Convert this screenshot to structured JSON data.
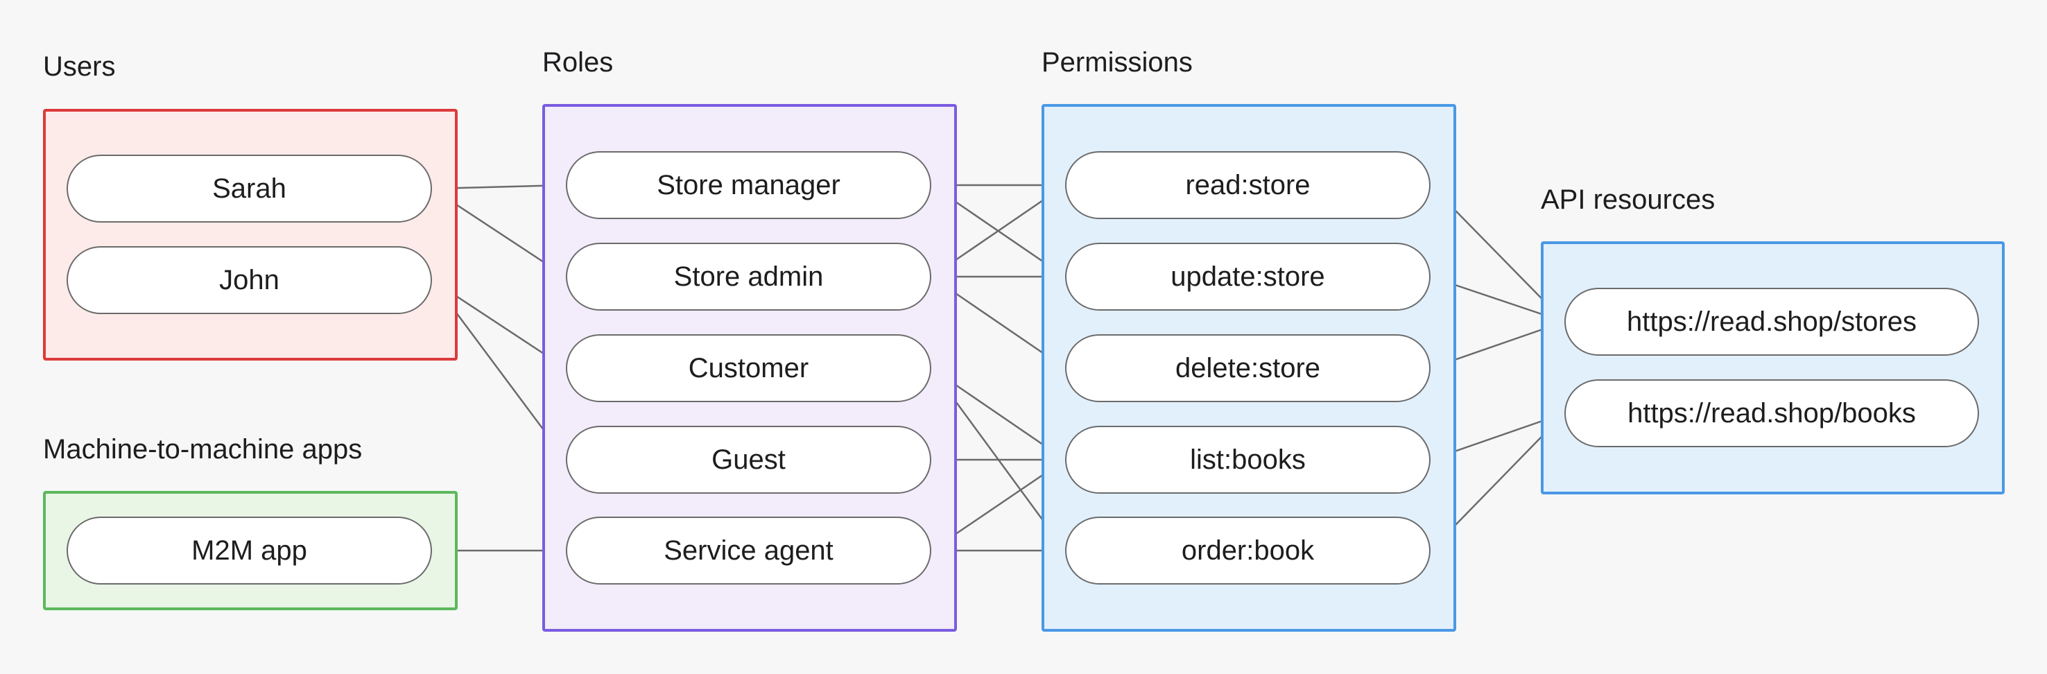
{
  "groups": {
    "users": {
      "title": "Users",
      "color": "#dc3a3a",
      "fill": "#fdebe9"
    },
    "m2m": {
      "title": "Machine-to-machine apps",
      "color": "#5cb85c",
      "fill": "#e9f6e6"
    },
    "roles": {
      "title": "Roles",
      "color": "#7a5ce0",
      "fill": "#f2ecfb"
    },
    "permissions": {
      "title": "Permissions",
      "color": "#4b98e6",
      "fill": "#e2f0fc"
    },
    "api": {
      "title": "API resources",
      "color": "#4b98e6",
      "fill": "#e2f0fc"
    }
  },
  "nodes": {
    "sarah": "Sarah",
    "john": "John",
    "m2m_app": "M2M app",
    "store_manager": "Store manager",
    "store_admin": "Store admin",
    "customer": "Customer",
    "guest": "Guest",
    "service_agent": "Service agent",
    "read_store": "read:store",
    "update_store": "update:store",
    "delete_store": "delete:store",
    "list_books": "list:books",
    "order_book": "order:book",
    "api_stores": "https://read.shop/stores",
    "api_books": "https://read.shop/books"
  },
  "edges": [
    [
      "sarah",
      "store_manager"
    ],
    [
      "sarah",
      "store_admin"
    ],
    [
      "john",
      "customer"
    ],
    [
      "john",
      "guest"
    ],
    [
      "m2m_app",
      "service_agent"
    ],
    [
      "store_manager",
      "read_store"
    ],
    [
      "store_manager",
      "update_store"
    ],
    [
      "store_admin",
      "read_store"
    ],
    [
      "store_admin",
      "update_store"
    ],
    [
      "store_admin",
      "delete_store"
    ],
    [
      "customer",
      "list_books"
    ],
    [
      "customer",
      "order_book"
    ],
    [
      "guest",
      "list_books"
    ],
    [
      "service_agent",
      "list_books"
    ],
    [
      "service_agent",
      "order_book"
    ],
    [
      "read_store",
      "api_stores"
    ],
    [
      "update_store",
      "api_stores"
    ],
    [
      "delete_store",
      "api_stores"
    ],
    [
      "list_books",
      "api_books"
    ],
    [
      "order_book",
      "api_books"
    ]
  ],
  "edge_color": "#6b6b6b"
}
